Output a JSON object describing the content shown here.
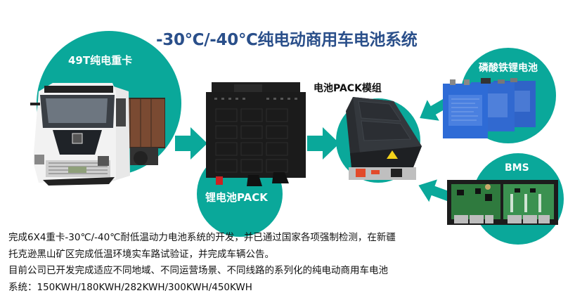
{
  "title": "-30℃/-40℃纯电动商用车电池系统",
  "nodes": {
    "truck": {
      "label": "49T纯电重卡",
      "image": "electric-heavy-truck"
    },
    "pack": {
      "label": "锂电池PACK",
      "image": "battery-pack-cabinet"
    },
    "module": {
      "label": "电池PACK模组",
      "image": "battery-pack-module"
    },
    "cells": {
      "label": "磷酸铁锂电池",
      "image": "lfp-battery-cells"
    },
    "bms": {
      "label": "BMS",
      "image": "bms-circuit-board"
    }
  },
  "flow": [
    {
      "from": "cells",
      "to": "module",
      "icon": "arrow-icon"
    },
    {
      "from": "bms",
      "to": "module",
      "icon": "arrow-icon"
    },
    {
      "from": "module",
      "to": "pack",
      "icon": "arrow-icon"
    },
    {
      "from": "pack",
      "to": "truck",
      "icon": "arrow-icon"
    }
  ],
  "description": {
    "lines": [
      "完成6X4重卡-30℃/-40℃耐低温动力电池系统的开发，并已通过国家各项强制检测，在新疆",
      "托克逊黑山矿区完成低温环境实车路试验证，并完成车辆公告。",
      "目前公司已开发完成适应不同地域、不同运营场景、不同线路的系列化的纯电动商用车电池",
      "系统：150KWH/180KWH/282KWH/300KWH/450KWH"
    ]
  },
  "colors": {
    "accent": "#0aa89a",
    "title": "#2a4f8a",
    "text": "#111111"
  }
}
